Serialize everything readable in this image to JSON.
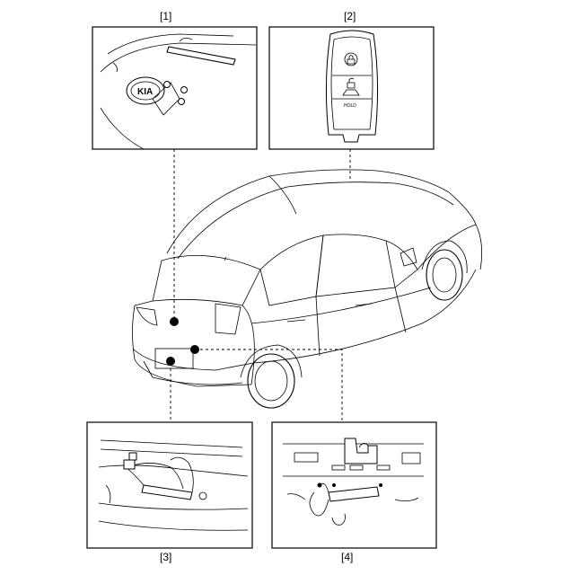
{
  "callouts": [
    {
      "id": "1",
      "label": "[1]"
    },
    {
      "id": "2",
      "label": "[2]"
    },
    {
      "id": "3",
      "label": "[3]"
    },
    {
      "id": "4",
      "label": "[4]"
    }
  ],
  "key_fob": {
    "button_hold_text": "HOLD"
  },
  "emblem": {
    "logo_text": "KIA"
  }
}
